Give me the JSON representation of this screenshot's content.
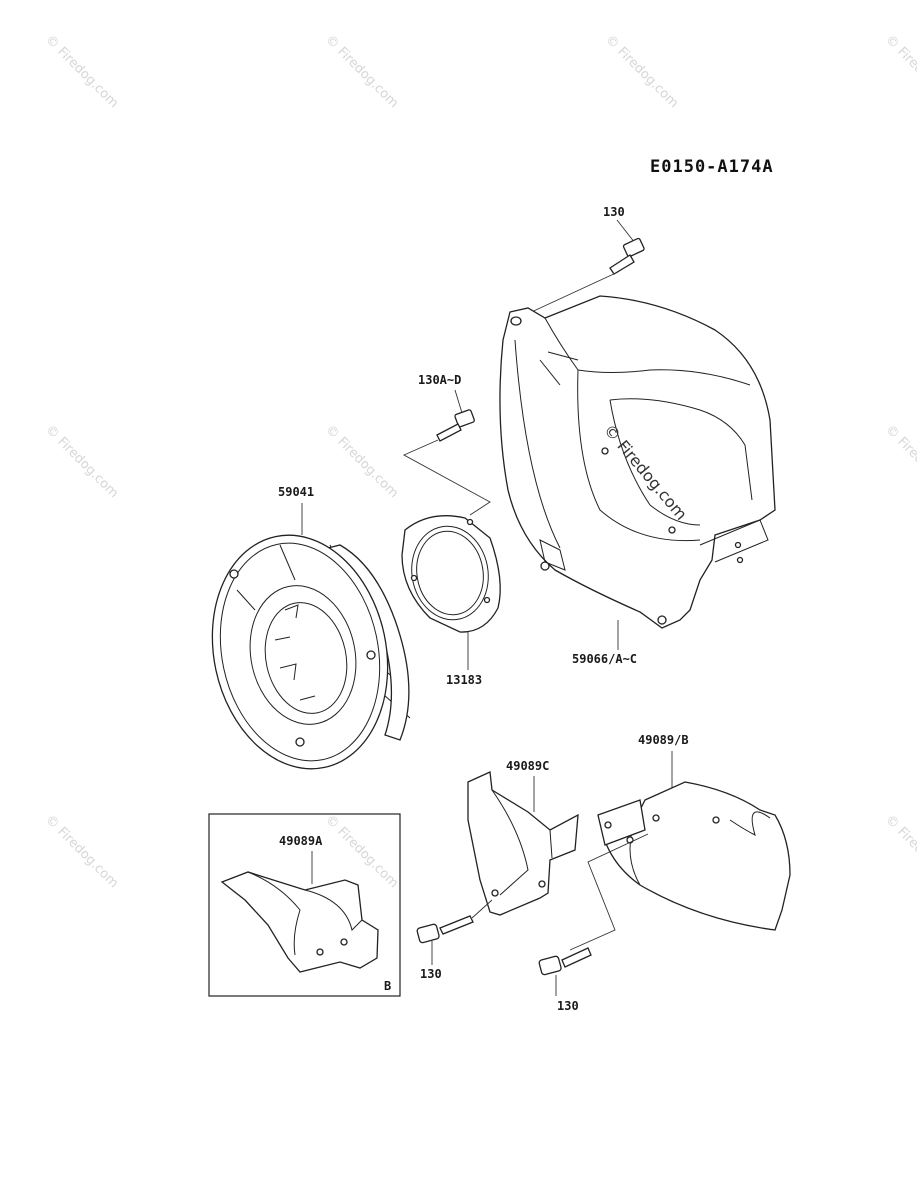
{
  "diagram_code": "E0150-A174A",
  "watermark": {
    "text": "© Firedog.com",
    "center_text": "© Firedog.com"
  },
  "callouts": {
    "bolt_top": "130",
    "bolt_set": "130A~D",
    "fan": "59041",
    "gasket": "13183",
    "housing": "59066/A~C",
    "cover_main": "49089/B",
    "cover_c": "49089C",
    "cover_a": "49089A",
    "bolt_left": "130",
    "bolt_right": "130",
    "inset_ref": "B"
  }
}
